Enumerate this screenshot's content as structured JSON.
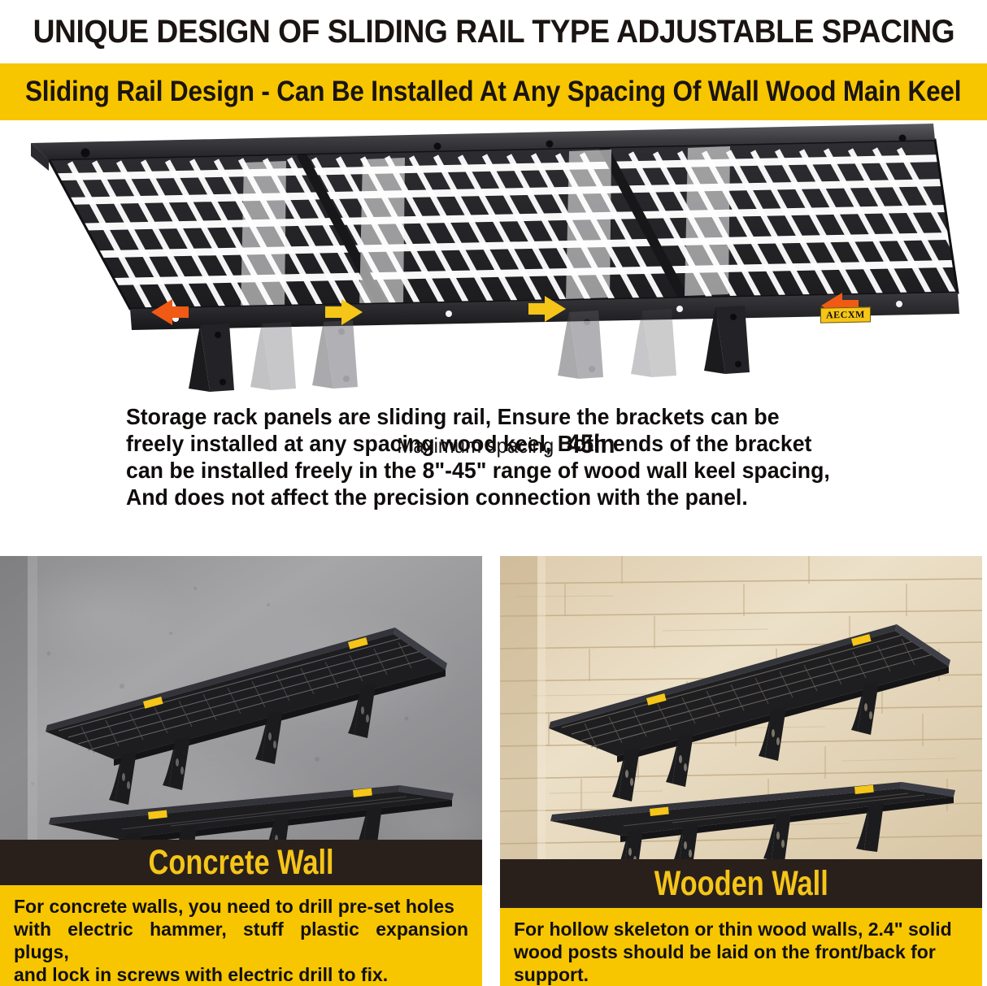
{
  "header": {
    "title": "UNIQUE DESIGN OF SLIDING RAIL TYPE ADJUSTABLE SPACING",
    "banner": "Sliding Rail Design - Can Be Installed At Any Spacing Of Wall Wood Main Keel"
  },
  "hero": {
    "brand_badge": "AECXM",
    "spacing_label": "Maximum spacing",
    "spacing_value": "45in",
    "arrows": {
      "outer_color": "#F05A14",
      "inner_color": "#F5C518"
    }
  },
  "body": {
    "line1": "Storage rack panels are sliding rail, Ensure the brackets can be",
    "line2": "freely installed at any spacing wood keel, Both ends of the bracket",
    "line3": "can be installed freely in the 8\"-45\" range of wood wall keel spacing,",
    "line4": "And does not affect the precision connection with the panel."
  },
  "panels": [
    {
      "id": "concrete",
      "caption": "Concrete Wall",
      "badge": "AECXM",
      "wall_color": "#9a9a9c",
      "note_line1": "For concrete walls, you need to drill pre-set holes",
      "note_line2": "with electric hammer, stuff plastic expansion plugs,",
      "note_line3": "and lock in screws with electric drill to fix."
    },
    {
      "id": "wooden",
      "caption": "Wooden Wall",
      "badge": "AECXM",
      "wall_color": "#e3d3b8",
      "note_line1": "For hollow skeleton or thin wood walls, 2.4\" solid",
      "note_line2": "wood posts should be laid on the front/back for",
      "note_line3": "support."
    }
  ],
  "colors": {
    "brand_yellow": "#F7C600",
    "caption_bar": "#2a201b",
    "caption_text": "#F5C518",
    "ink": "#1a1412",
    "orange_arrow": "#F05A14",
    "yellow_arrow": "#F5C518"
  }
}
